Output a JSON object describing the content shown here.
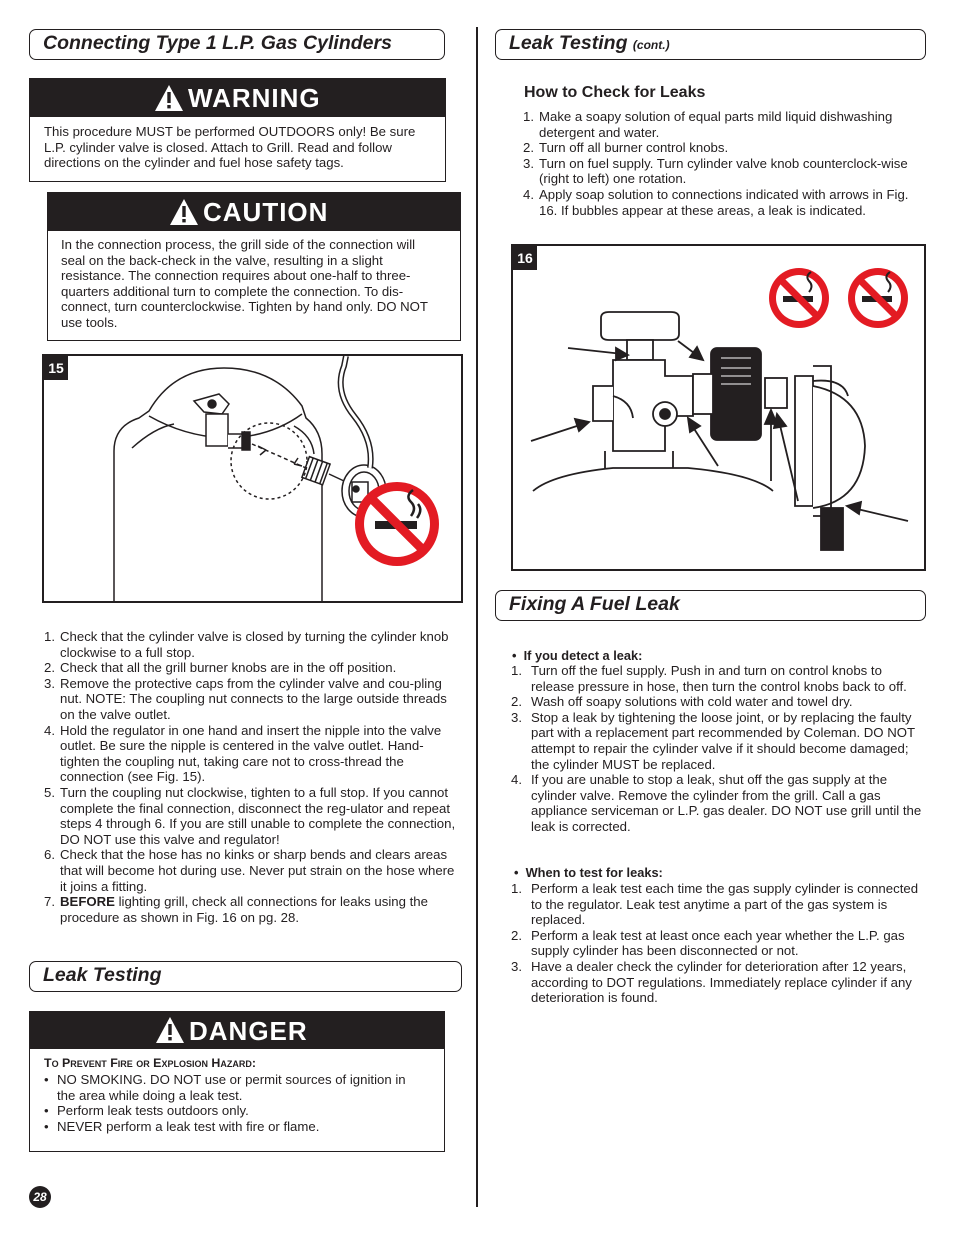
{
  "left": {
    "title": "Connecting Type 1 L.P. Gas Cylinders",
    "warning": {
      "label": "WARNING",
      "text": "This procedure MUST be performed OUTDOORS only! Be sure L.P. cylinder valve is closed. Attach to Grill. Read and follow directions on the cylinder and fuel hose safety tags."
    },
    "caution": {
      "label": "CAUTION",
      "text": "In the connection process, the grill side of the connection will seal on the back-check in the valve, resulting in a slight resistance. The connection requires about one-half to three-quarters additional turn to complete the connection. To dis-connect, turn counterclockwise. Tighten by hand only. DO NOT use tools."
    },
    "fig_num": "15",
    "steps": [
      {
        "n": "1.",
        "text": "Check that the cylinder valve is closed by turning the cylinder knob clockwise to a full stop."
      },
      {
        "n": "2.",
        "text": "Check that all the grill burner knobs are in the off position."
      },
      {
        "n": "3.",
        "text": "Remove the protective caps from the cylinder valve and cou-pling nut. NOTE: The coupling nut connects to the large outside threads on the valve outlet."
      },
      {
        "n": "4.",
        "text": "Hold the regulator in one hand and insert the nipple into the valve outlet. Be sure the nipple is centered in the valve outlet. Hand-tighten the coupling nut, taking care not to cross-thread the connection (see Fig. 15)."
      },
      {
        "n": "5.",
        "text": "Turn the coupling nut clockwise, tighten to a full stop. If you cannot complete the final connection, disconnect the reg-ulator and repeat steps 4 through 6. If you are still unable to complete the connection, DO NOT use this valve and regulator!"
      },
      {
        "n": "6.",
        "text": "Check that the hose has no kinks or sharp bends and clears areas that will become hot during use. Never put strain on the hose where it joins a fitting."
      },
      {
        "n": "7.",
        "bold": "BEFORE",
        "text": " lighting grill, check all connections for leaks using the procedure as shown in Fig. 16 on pg. 28."
      }
    ],
    "leak_title": "Leak Testing",
    "danger": {
      "label": "DANGER",
      "heading": "To Prevent Fire or Explosion Hazard:",
      "bullets": [
        "NO SMOKING. DO NOT use or permit sources of ignition in the area while doing a leak test.",
        "Perform leak tests outdoors only.",
        "NEVER perform a leak test with fire or flame."
      ]
    },
    "page_num": "28"
  },
  "right": {
    "title": "Leak Testing",
    "title_cont": "(cont.)",
    "subhead": "How to Check for Leaks",
    "steps": [
      {
        "n": "1.",
        "text": "Make a soapy solution of equal parts mild liquid dishwashing detergent and water."
      },
      {
        "n": "2.",
        "text": "Turn off all burner control knobs."
      },
      {
        "n": "3.",
        "text": "Turn on fuel supply. Turn cylinder valve knob counterclock-wise (right to left) one rotation."
      },
      {
        "n": "4.",
        "text": "Apply soap solution to connections indicated with arrows in Fig. 16.  If bubbles appear at these areas, a leak is indicated."
      }
    ],
    "fig_num": "16",
    "fix_title": "Fixing A Fuel Leak",
    "detect_head": "If you detect a leak:",
    "detect_steps": [
      {
        "n": "1.",
        "text": "Turn off the fuel supply. Push in and turn on control knobs to release pressure in hose, then turn the control knobs back to off."
      },
      {
        "n": "2.",
        "text": "Wash off soapy solutions with cold water and towel dry."
      },
      {
        "n": "3.",
        "text": "Stop a leak by tightening the loose joint, or by replacing the faulty part with a replacement part recommended by Coleman. DO NOT attempt to repair the cylinder valve if it should become damaged; the cylinder MUST be replaced."
      },
      {
        "n": "4.",
        "text": "If you are unable to stop a leak, shut off the gas supply at the cylinder valve. Remove the cylinder from the grill. Call a gas appliance serviceman or L.P. gas dealer. DO NOT use grill until the leak is corrected."
      }
    ],
    "when_head": "When to test for leaks:",
    "when_steps": [
      {
        "n": "1.",
        "text": "Perform a leak test each time the gas supply cylinder is connected to the regulator. Leak test anytime a part of the gas system is replaced."
      },
      {
        "n": "2.",
        "text": "Perform a leak test at least once each year whether the L.P. gas supply cylinder has been disconnected or not."
      },
      {
        "n": "3.",
        "text": "Have a dealer check the cylinder for deterioration after 12 years, according to DOT regulations. Immediately replace cylinder if any deterioration is found."
      }
    ]
  },
  "colors": {
    "ink": "#231f20",
    "nosmoke_red": "#e31b23"
  }
}
